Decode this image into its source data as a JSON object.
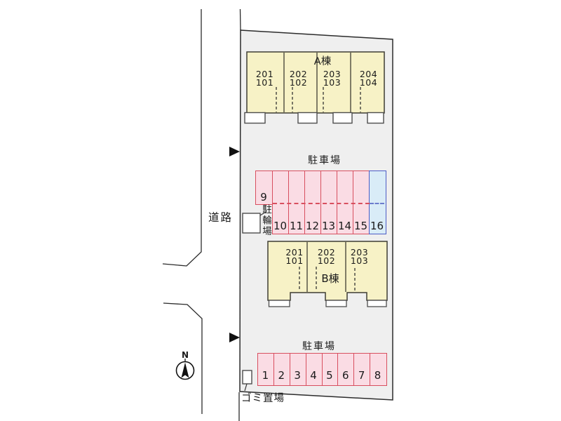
{
  "site": {
    "road_label": "道路",
    "north_label": "N"
  },
  "building_a": {
    "name": "A棟",
    "units": [
      {
        "upper": "201",
        "lower": "101"
      },
      {
        "upper": "202",
        "lower": "102"
      },
      {
        "upper": "203",
        "lower": "103"
      },
      {
        "upper": "204",
        "lower": "104"
      }
    ]
  },
  "building_b": {
    "name": "B棟",
    "units": [
      {
        "upper": "201",
        "lower": "101"
      },
      {
        "upper": "202",
        "lower": "102"
      },
      {
        "upper": "203",
        "lower": "103"
      }
    ]
  },
  "parking_upper": {
    "label": "駐車場",
    "side_space": "9",
    "spaces": [
      "10",
      "11",
      "12",
      "13",
      "14",
      "15",
      "16"
    ],
    "highlight_space": "16"
  },
  "parking_lower": {
    "label": "駐車場",
    "spaces": [
      "1",
      "2",
      "3",
      "4",
      "5",
      "6",
      "7",
      "8"
    ]
  },
  "bicycle_area": {
    "label": "駐輪場"
  },
  "garbage_area": {
    "label": "ゴミ置場"
  },
  "colors": {
    "site_fill": "#efefef",
    "building_fill": "#f7f2c6",
    "parking_fill": "#fadce4",
    "parking_border": "#d84f5f",
    "highlight_fill": "#d9ecf7",
    "highlight_border": "#4d5cc5",
    "outline": "#2b2b2b"
  }
}
